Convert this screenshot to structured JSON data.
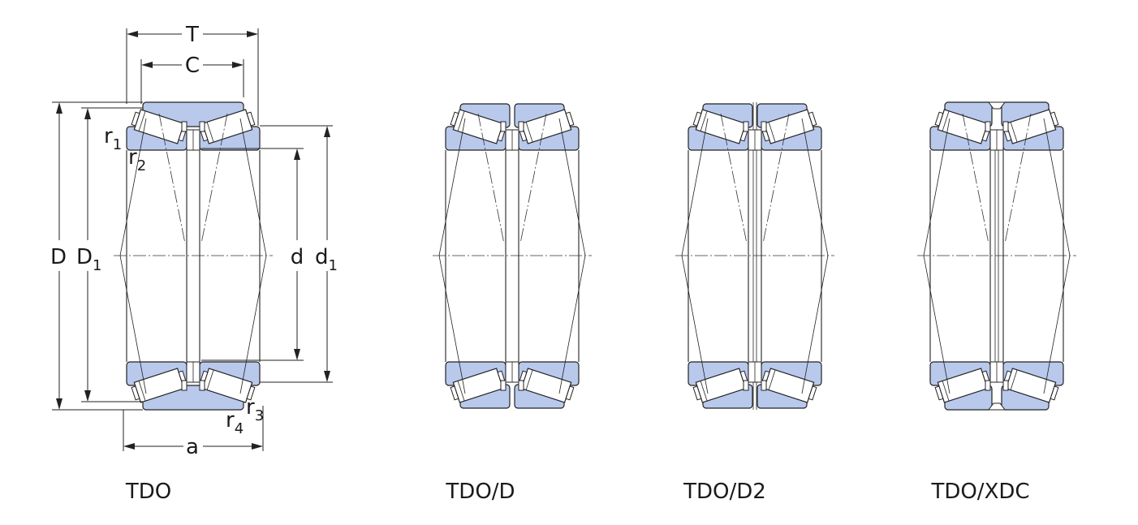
{
  "captions": [
    "TDO",
    "TDO/D",
    "TDO/D2",
    "TDO/XDC"
  ],
  "dimensions": {
    "T": "T",
    "C": "C",
    "a": "a",
    "D": "D",
    "D1_main": "D",
    "D1_sub": "1",
    "d": "d",
    "d1_main": "d",
    "d1_sub": "1",
    "r1_main": "r",
    "r1_sub": "1",
    "r2_main": "r",
    "r2_sub": "2",
    "r3_main": "r",
    "r3_sub": "3",
    "r4_main": "r",
    "r4_sub": "4"
  },
  "colors": {
    "ring_fill": "#b9c9ec",
    "stroke": "#222222"
  }
}
